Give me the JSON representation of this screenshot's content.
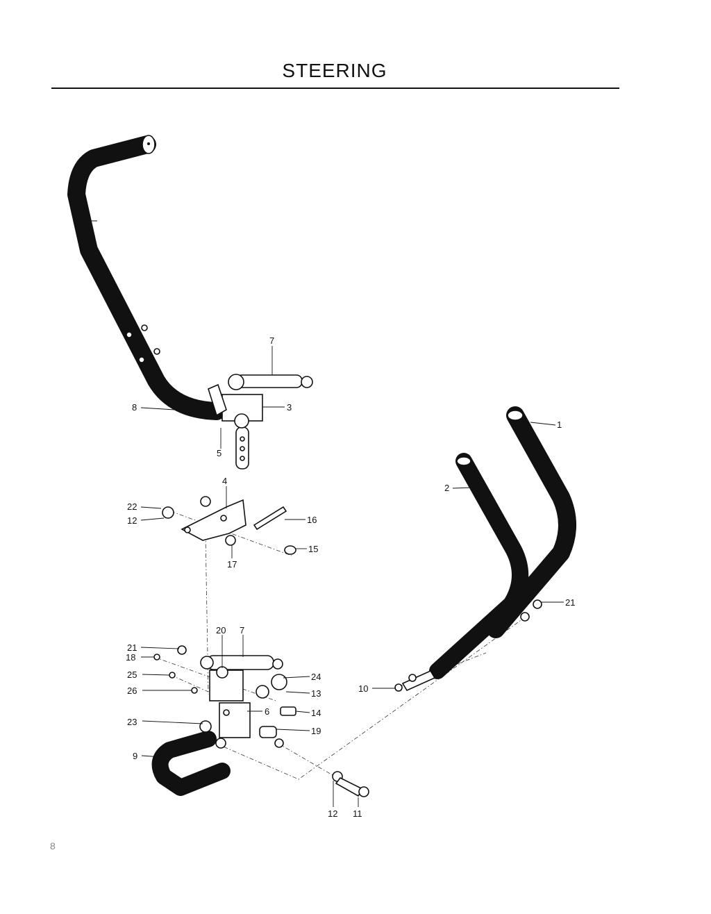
{
  "title": "STEERING",
  "page_number": "8",
  "callouts": [
    {
      "id": "c1",
      "text": "1"
    },
    {
      "id": "c2",
      "text": "2"
    },
    {
      "id": "c3",
      "text": "3"
    },
    {
      "id": "c4",
      "text": "4"
    },
    {
      "id": "c5",
      "text": "5"
    },
    {
      "id": "c6",
      "text": "6"
    },
    {
      "id": "c7a",
      "text": "7"
    },
    {
      "id": "c7b",
      "text": "7"
    },
    {
      "id": "c8",
      "text": "8"
    },
    {
      "id": "c9",
      "text": "9"
    },
    {
      "id": "c10",
      "text": "10"
    },
    {
      "id": "c11",
      "text": "11"
    },
    {
      "id": "c12a",
      "text": "12"
    },
    {
      "id": "c12b",
      "text": "12"
    },
    {
      "id": "c13",
      "text": "13"
    },
    {
      "id": "c14",
      "text": "14"
    },
    {
      "id": "c15",
      "text": "15"
    },
    {
      "id": "c16",
      "text": "16"
    },
    {
      "id": "c17",
      "text": "17"
    },
    {
      "id": "c18",
      "text": "18"
    },
    {
      "id": "c19",
      "text": "19"
    },
    {
      "id": "c20",
      "text": "20"
    },
    {
      "id": "c21a",
      "text": "21"
    },
    {
      "id": "c21b",
      "text": "21"
    },
    {
      "id": "c22",
      "text": "22"
    },
    {
      "id": "c23",
      "text": "23"
    },
    {
      "id": "c24",
      "text": "24"
    },
    {
      "id": "c25",
      "text": "25"
    },
    {
      "id": "c26",
      "text": "26"
    }
  ]
}
